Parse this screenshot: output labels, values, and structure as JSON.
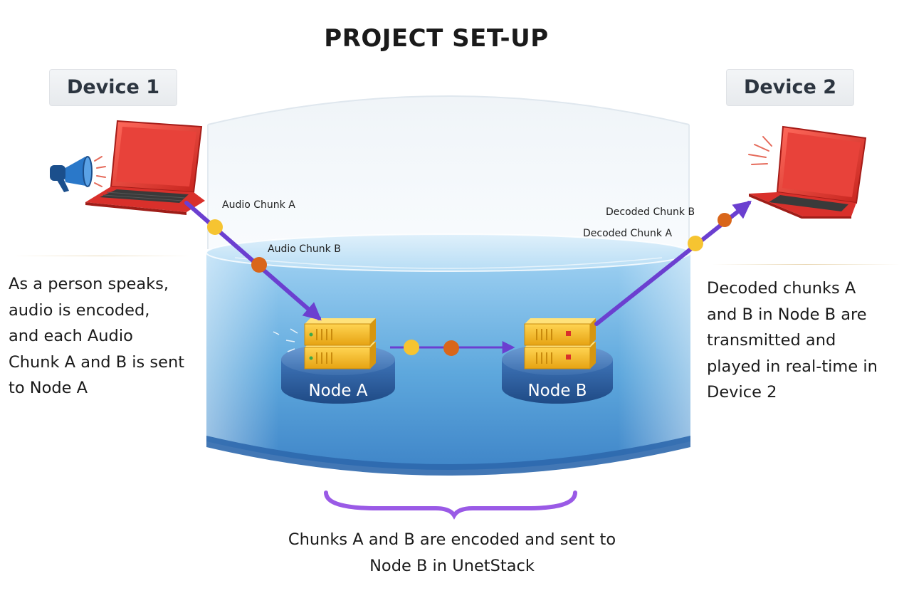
{
  "title": "PROJECT SET-UP",
  "devices": {
    "device1": {
      "label": "Device 1"
    },
    "device2": {
      "label": "Device 2"
    }
  },
  "nodes": {
    "node_a": {
      "label": "Node A"
    },
    "node_b": {
      "label": "Node B"
    }
  },
  "chunk_labels": {
    "audio_a": "Audio Chunk A",
    "audio_b": "Audio Chunk B",
    "decoded_a": "Decoded Chunk A",
    "decoded_b": "Decoded Chunk B"
  },
  "descriptions": {
    "left": "As a person speaks,\naudio is encoded,\nand each Audio\nChunk A and B is sent\nto Node A",
    "right": "Decoded chunks A\nand B in Node B  are\ntransmitted and\nplayed in real-time in\nDevice 2"
  },
  "caption": "Chunks A and B are encoded and sent to\nNode B in UnetStack",
  "colors": {
    "arrow": "#6b3fd0",
    "chunk_a": "#f6c431",
    "chunk_b": "#d9661a",
    "laptop": "#d9302b",
    "node_base": "#2a5a9a",
    "server": "#f2b526",
    "water": "#5ea8dd",
    "brace": "#9a5ae6"
  },
  "icons": [
    "megaphone-icon",
    "laptop-icon",
    "server-icon",
    "sound-waves-icon"
  ]
}
